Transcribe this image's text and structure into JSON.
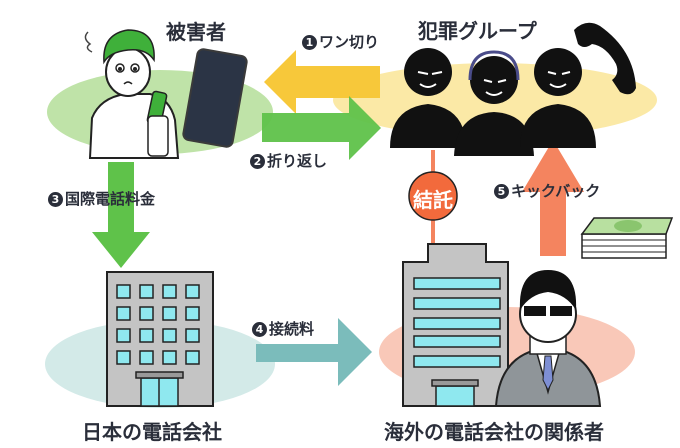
{
  "nodes": {
    "victim": {
      "label": "被害者"
    },
    "criminal_group": {
      "label": "犯罪グループ"
    },
    "japan_carrier": {
      "label": "日本の電話会社"
    },
    "foreign_party": {
      "label": "海外の電話会社の関係者"
    },
    "collusion_badge": {
      "label": "結託"
    }
  },
  "steps": [
    {
      "num": "1",
      "label": "ワン切り",
      "color": "#f7c83a"
    },
    {
      "num": "2",
      "label": "折り返し",
      "color": "#5fc24a"
    },
    {
      "num": "3",
      "label": "国際電話料金",
      "color": "#5fc24a"
    },
    {
      "num": "4",
      "label": "接続料",
      "color": "#7bbcbb"
    },
    {
      "num": "5",
      "label": "キックバック",
      "color": "#f4845f"
    }
  ],
  "colors": {
    "victim_ellipse": "#bfe3a8",
    "group_ellipse": "#fbe9a6",
    "japan_ellipse": "#d3eae8",
    "foreign_ellipse": "#f9c8b8",
    "text": "#2a2e3a"
  }
}
